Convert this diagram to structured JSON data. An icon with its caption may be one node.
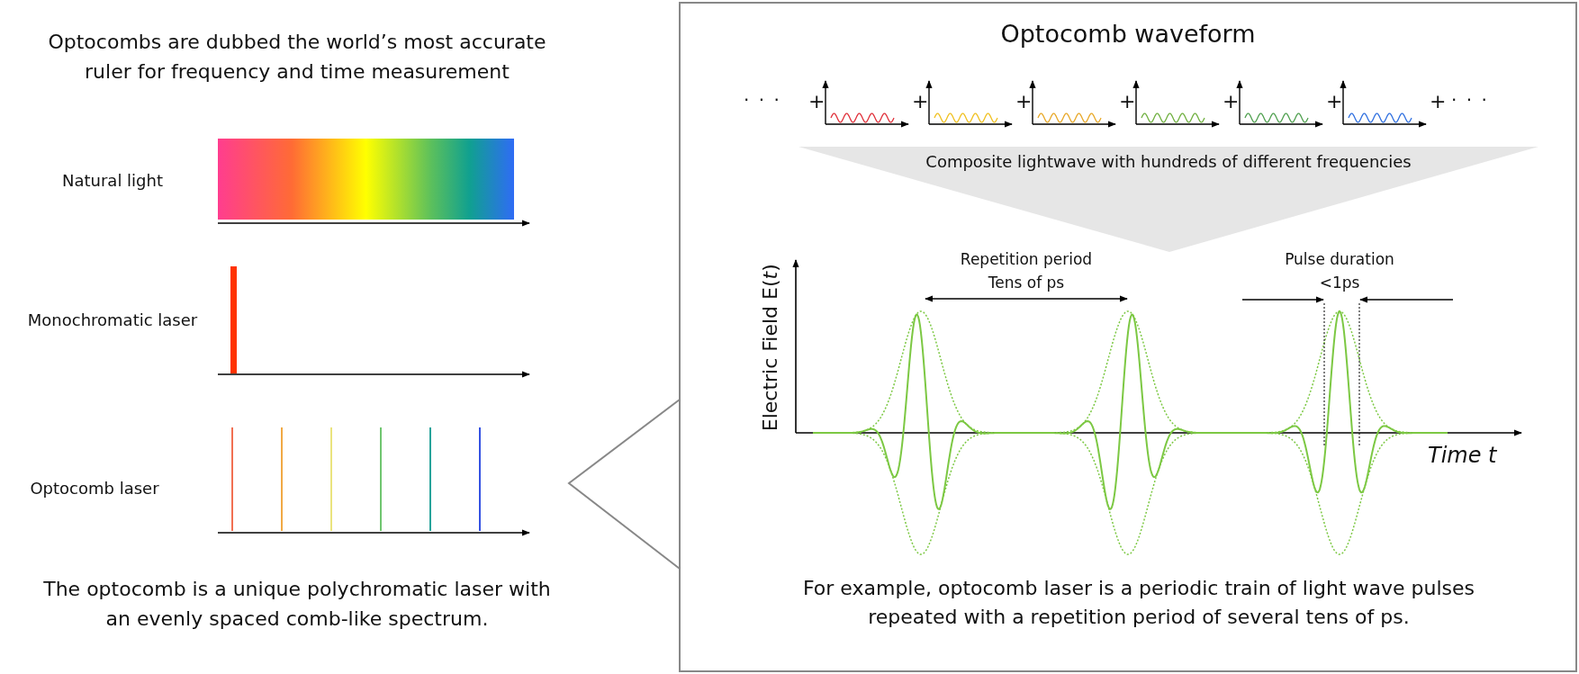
{
  "diagram": {
    "nodes": [
      {
        "text": [
          "Optocomb waveform",
          "For example, optocomb laser is a periodic train of light wave pulses repeated with a repetition period of several tens of ps."
        ]
      },
      {
        "text": [
          "Composite lightwave with hundreds of different frequencies"
        ],
        "in": 0
      }
    ],
    "labels": [
      "Optocombs are dubbed the world’s most accurate ruler for frequency and time measurement",
      "Natural light",
      "Monochromatic laser",
      "Optocomb laser",
      "The optocomb is a unique polychromatic laser with an evenly spaced comb-like spectrum.",
      "· · ·",
      "+",
      "+",
      "+",
      "+",
      "+",
      "+",
      "+",
      "· · ·",
      "Repetition period",
      "Tens of ps",
      "Pulse duration",
      "<1ps",
      "Electric Field E(*t*)",
      "Time t"
    ]
  }
}
